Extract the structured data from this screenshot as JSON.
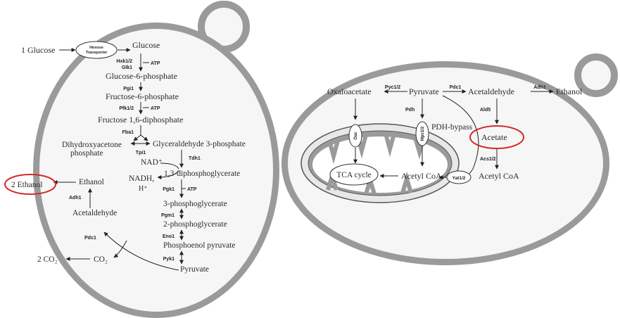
{
  "colors": {
    "cell_wall": "#9a9a9a",
    "cell_fill": "#f6f6f6",
    "text": "#2a2a2a",
    "highlight": "#d22a2a"
  },
  "glycolysis": {
    "glucose_in": "1 Glucose",
    "transporter_line1": "Hexose",
    "transporter_line2": "Transporter",
    "glucose": "Glucose",
    "hxk": "Hxk1/2",
    "glk": "Glk1",
    "atp1": "ATP",
    "g6p": "Glucose-6-phosphate",
    "pgi": "Pgi1",
    "f6p": "Fructose-6-phosphate",
    "pfk": "Pfk1/2",
    "atp2": "ATP",
    "fbp": "Fructose 1,6-diphosphate",
    "fba": "Fba1",
    "dhap1": "Dihydroxyacetone",
    "dhap2": "phosphate",
    "tpi": "Tpi1",
    "g3p": "Glyceraldehyde 3-phosphate",
    "tdh": "Tdh1",
    "nad": "NAD⁺",
    "nadh": "NADH,",
    "hplus": "H⁺",
    "bpg": "1,3-diphosphoglycerate",
    "pgk": "Pgk1",
    "atp3": "ATP",
    "pg3": "3-phosphoglycerate",
    "pgm": "Pgm1",
    "pg2": "2-phosphoglycerate",
    "eno": "Eno1",
    "pep": "Phosphoenol pyruvate",
    "pyk": "Pyk1",
    "pyruvate": "Pyruvate",
    "ethanol": "Ethanol",
    "adh": "Adh1",
    "acetaldehyde": "Acetaldehyde",
    "pdc": "Pdc1",
    "co2": "CO₂",
    "ethanol_out": "2 Ethanol",
    "co2_out": "2 CO₂"
  },
  "respiration": {
    "oxaloacetate": "Oxaloacetate",
    "pyc": "Pyc1/2",
    "pyruvate": "Pyruvate",
    "pdc": "Pdc1",
    "acetaldehyde": "Acetaldehyde",
    "adh": "Adh1",
    "ethanol": "Ethanol",
    "pdh": "Pdh",
    "mpc": "Mpc1/2",
    "pdh_bypass": "PDH-bypass",
    "ald": "Ald5",
    "acetate": "Acetate",
    "oac": "Oac",
    "acs": "Acs1/2",
    "tca": "TCA cycle",
    "acetyl_coa_mito": "Acetyl CoA",
    "yat": "Yat1/2",
    "acetyl_coa_cyto": "Acetyl CoA"
  }
}
